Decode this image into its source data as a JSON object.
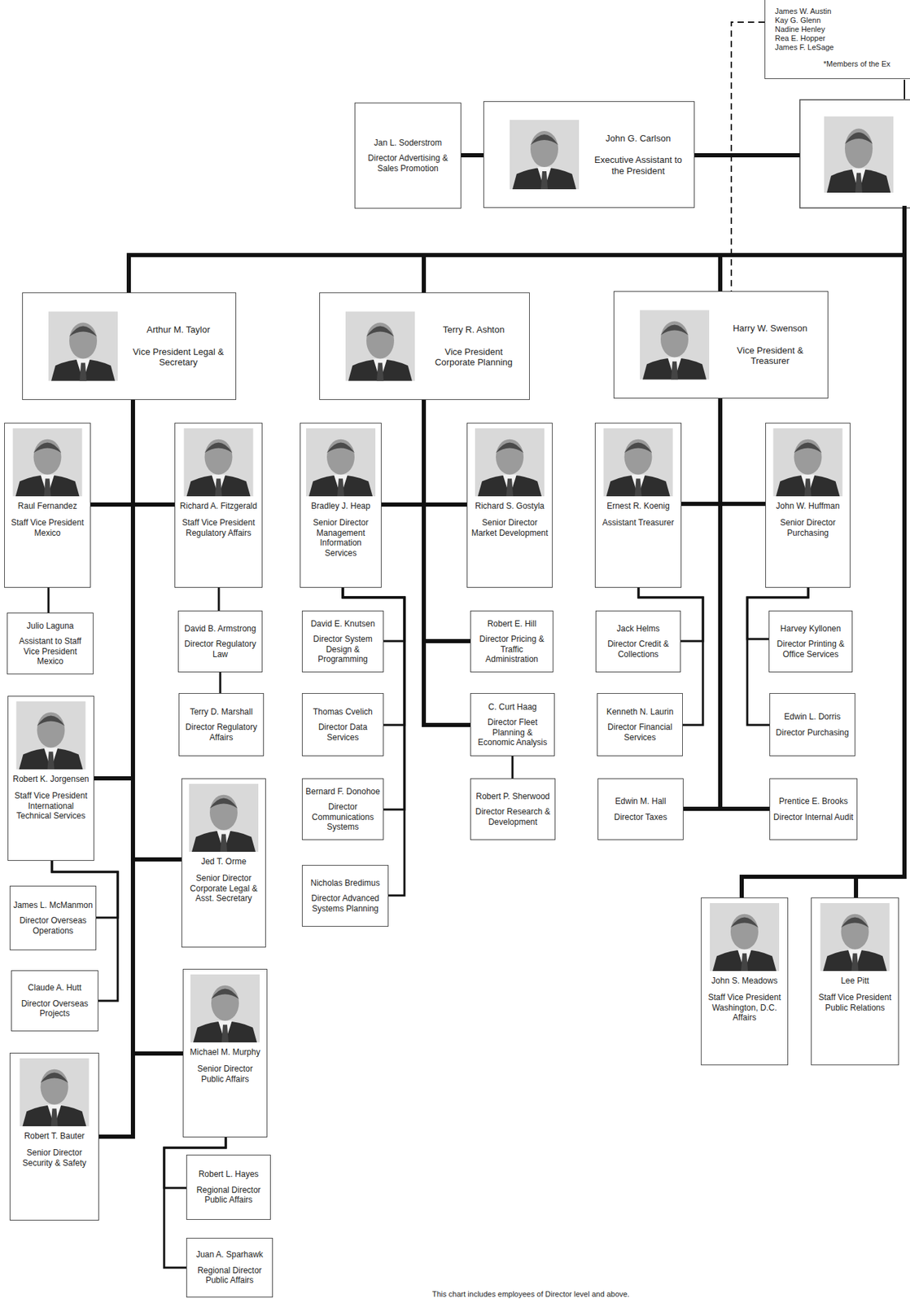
{
  "diagram": {
    "nodes": [
      {
        "text": [
          "James W. Austin",
          "Kay G. Glenn",
          "Nadine Henley",
          "Rea E. Hopper",
          "James F. LeSage",
          "*Members of the Ex"
        ]
      },
      {
        "text": [
          "Jan L. Soderstrom",
          "Director Advertising & Sales Promotion"
        ]
      },
      {
        "text": [
          "John G. Carlson",
          "Executive Assistant to the President"
        ]
      },
      {
        "text": [
          "Arthur M. Taylor",
          "Vice President Legal & Secretary"
        ]
      },
      {
        "text": [
          "Terry R. Ashton",
          "Vice President Corporate Planning"
        ]
      },
      {
        "text": [
          "Harry W. Swenson",
          "Vice President & Treasurer"
        ]
      },
      {
        "text": [
          "Raul Fernandez",
          "Staff Vice President Mexico"
        ]
      },
      {
        "text": [
          "Richard A. Fitzgerald",
          "Staff Vice President Regulatory Affairs"
        ]
      },
      {
        "text": [
          "Bradley J. Heap",
          "Senior Director Management Information Services"
        ]
      },
      {
        "text": [
          "Richard S. Gostyla",
          "Senior Director Market Development"
        ]
      },
      {
        "text": [
          "Ernest R. Koenig",
          "Assistant Treasurer"
        ]
      },
      {
        "text": [
          "John W. Huffman",
          "Senior Director Purchasing"
        ]
      },
      {
        "text": [
          "Julio Laguna",
          "Assistant to Staff Vice President Mexico"
        ]
      },
      {
        "text": [
          "David B. Armstrong",
          "Director Regulatory Law"
        ]
      },
      {
        "text": [
          "David E. Knutsen",
          "Director System Design & Programming"
        ]
      },
      {
        "text": [
          "Robert E. Hill",
          "Director Pricing & Traffic Administration"
        ]
      },
      {
        "text": [
          "Jack Helms",
          "Director Credit & Collections"
        ]
      },
      {
        "text": [
          "Harvey Kyllonen",
          "Director Printing & Office Services"
        ]
      },
      {
        "text": [
          "Robert K. Jorgensen",
          "Staff Vice President International Technical Services"
        ]
      },
      {
        "text": [
          "Terry D. Marshall",
          "Director Regulatory Affairs"
        ]
      },
      {
        "text": [
          "Thomas Cvelich",
          "Director Data Services"
        ]
      },
      {
        "text": [
          "C. Curt Haag",
          "Director Fleet Planning & Economic Analysis"
        ]
      },
      {
        "text": [
          "Kenneth N. Laurin",
          "Director Financial Services"
        ]
      },
      {
        "text": [
          "Edwin L. Dorris",
          "Director Purchasing"
        ]
      },
      {
        "text": [
          "Jed T. Orme",
          "Senior Director Corporate Legal & Asst. Secretary"
        ]
      },
      {
        "text": [
          "Bernard F. Donohoe",
          "Director Communications Systems"
        ]
      },
      {
        "text": [
          "Robert P. Sherwood",
          "Director Research & Development"
        ]
      },
      {
        "text": [
          "Edwin M. Hall",
          "Director Taxes"
        ]
      },
      {
        "text": [
          "Prentice E. Brooks",
          "Director Internal Audit"
        ]
      },
      {
        "text": [
          "Nicholas Bredimus",
          "Director Advanced Systems Planning"
        ]
      },
      {
        "text": [
          "James L. McManmon",
          "Director Overseas Operations"
        ]
      },
      {
        "text": [
          "John S. Meadows",
          "Staff Vice President Washington, D.C. Affairs"
        ]
      },
      {
        "text": [
          "Lee Pitt",
          "Staff Vice President Public Relations"
        ]
      },
      {
        "text": [
          "Claude A. Hutt",
          "Director Overseas Projects"
        ]
      },
      {
        "text": [
          "Michael M. Murphy",
          "Senior Director Public Affairs"
        ]
      },
      {
        "text": [
          "Robert T. Bauter",
          "Senior Director Security & Safety"
        ]
      },
      {
        "text": [
          "Robert L. Hayes",
          "Regional Director Public Affairs"
        ]
      },
      {
        "text": [
          "Juan A. Sparhawk",
          "Regional Director Public Affairs"
        ]
      }
    ],
    "edges": [
      {
        "from": 1,
        "to": 2,
        "arrow": "none"
      },
      {
        "from": 0,
        "to": 5,
        "arrow": "none"
      },
      {
        "from": 3,
        "to": 6,
        "arrow": "none"
      },
      {
        "from": 3,
        "to": 7,
        "arrow": "none"
      },
      {
        "from": 3,
        "to": 18,
        "arrow": "none"
      },
      {
        "from": 3,
        "to": 24,
        "arrow": "none"
      },
      {
        "from": 3,
        "to": 34,
        "arrow": "none"
      },
      {
        "from": 3,
        "to": 35,
        "arrow": "none"
      },
      {
        "from": 6,
        "to": 12,
        "arrow": "none"
      },
      {
        "from": 7,
        "to": 13,
        "arrow": "none"
      },
      {
        "from": 13,
        "to": 19,
        "arrow": "none"
      },
      {
        "from": 18,
        "to": 30,
        "arrow": "none"
      },
      {
        "from": 18,
        "to": 33,
        "arrow": "none"
      },
      {
        "from": 34,
        "to": 36,
        "arrow": "none"
      },
      {
        "from": 34,
        "to": 37,
        "arrow": "none"
      },
      {
        "from": 4,
        "to": 8,
        "arrow": "none"
      },
      {
        "from": 4,
        "to": 9,
        "arrow": "none"
      },
      {
        "from": 4,
        "to": 15,
        "arrow": "none"
      },
      {
        "from": 4,
        "to": 21,
        "arrow": "none"
      },
      {
        "from": 8,
        "to": 14,
        "arrow": "none"
      },
      {
        "from": 8,
        "to": 20,
        "arrow": "none"
      },
      {
        "from": 8,
        "to": 25,
        "arrow": "none"
      },
      {
        "from": 8,
        "to": 29,
        "arrow": "none"
      },
      {
        "from": 21,
        "to": 26,
        "arrow": "none"
      },
      {
        "from": 5,
        "to": 10,
        "arrow": "none"
      },
      {
        "from": 5,
        "to": 11,
        "arrow": "none"
      },
      {
        "from": 5,
        "to": 27,
        "arrow": "none"
      },
      {
        "from": 5,
        "to": 28,
        "arrow": "none"
      },
      {
        "from": 10,
        "to": 16,
        "arrow": "none"
      },
      {
        "from": 10,
        "to": 22,
        "arrow": "none"
      },
      {
        "from": 11,
        "to": 17,
        "arrow": "none"
      },
      {
        "from": 11,
        "to": 23,
        "arrow": "none"
      }
    ],
    "labels": [
      "This chart includes employees of Director level and above."
    ]
  }
}
